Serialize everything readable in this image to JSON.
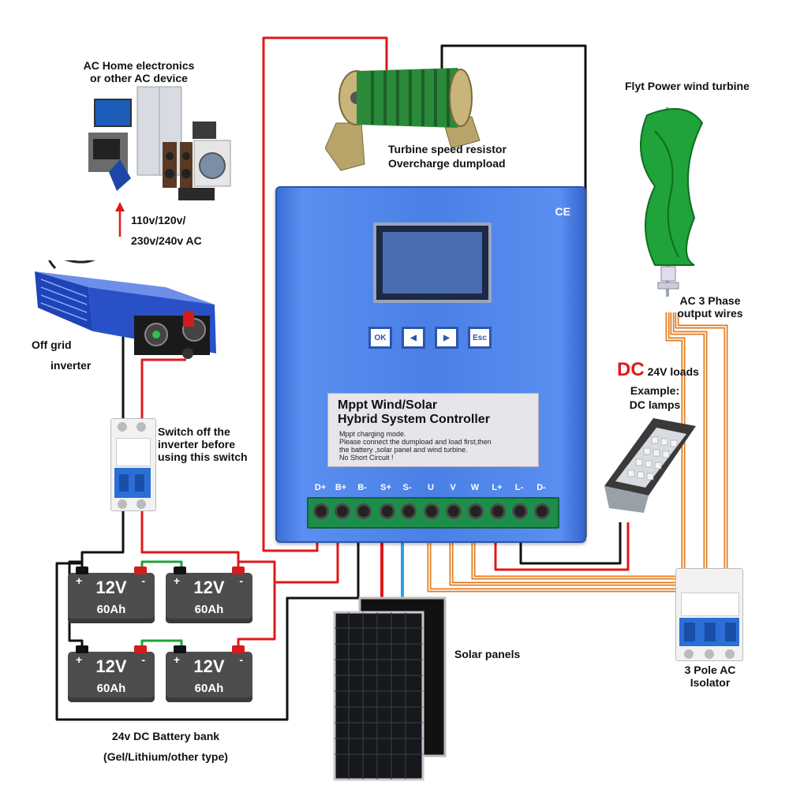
{
  "labels": {
    "ac_devices_1": "AC Home electronics",
    "ac_devices_2": "or other AC device",
    "ac_voltage_1": "110v/120v/",
    "ac_voltage_2": "230v/240v AC",
    "inverter_1": "Off grid",
    "inverter_2": "inverter",
    "switch_1": "Switch off the",
    "switch_2": "inverter before",
    "switch_3": "using this switch",
    "resistor_1": "Turbine speed resistor",
    "resistor_2": "Overcharge dumpload",
    "turbine": "Flyt Power wind turbine",
    "turbine_out_1": "AC 3 Phase",
    "turbine_out_2": "output wires",
    "dc_big": "DC",
    "dc_loads": "24V loads",
    "dc_example": "Example:",
    "dc_lamps": "DC lamps",
    "solar": "Solar panels",
    "isolator_1": "3 Pole AC",
    "isolator_2": "Isolator",
    "battery_bank_1": "24v DC Battery bank",
    "battery_bank_2": "(Gel/Lithium/other type)"
  },
  "controller": {
    "ce_mark": "CE",
    "buttons": [
      "OK",
      "◀",
      "▶",
      "Esc"
    ],
    "title_1": "Mppt Wind/Solar",
    "title_2": "Hybrid System Controller",
    "notes": [
      "Mppt charging mode.",
      "Please connect the dumpload and load first,then",
      "the battery ,solar panel and wind turbine.",
      "No Short Circuit !"
    ],
    "terminals": [
      "D+",
      "B+",
      "B-",
      "S+",
      "S-",
      "U",
      "V",
      "W",
      "L+",
      "L-",
      "D-"
    ]
  },
  "batteries": [
    {
      "voltage": "12V",
      "capacity": "60Ah"
    },
    {
      "voltage": "12V",
      "capacity": "60Ah"
    },
    {
      "voltage": "12V",
      "capacity": "60Ah"
    },
    {
      "voltage": "12V",
      "capacity": "60Ah"
    }
  ],
  "battery_terminal_signs": {
    "plus": "+",
    "minus": "-"
  },
  "colors": {
    "positive_wire": "#e01818",
    "negative_wire": "#111111",
    "series_link": "#1fa33a",
    "solar_positive": "#e01818",
    "solar_negative": "#2aa0e8",
    "ac_phase_wire": "#e07a1e",
    "controller_body": "#4a80e6",
    "terminal_block": "#1d8e4a"
  }
}
